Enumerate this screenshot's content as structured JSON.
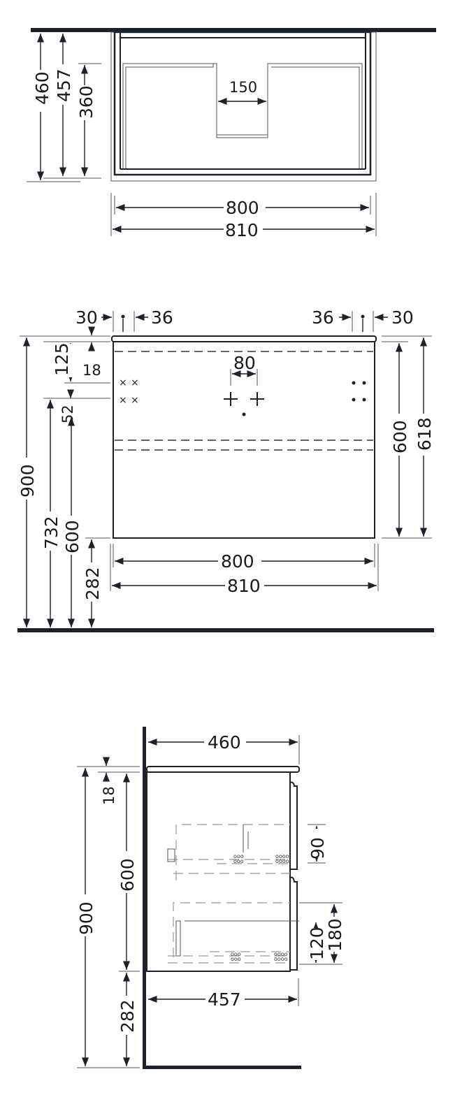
{
  "top_view": {
    "d460": "460",
    "d457": "457",
    "d360": "360",
    "d150": "150",
    "d800": "800",
    "d810": "810"
  },
  "front_view": {
    "d30_left": "30",
    "d36_left": "36",
    "d36_right": "36",
    "d30_right": "30",
    "d125": "125",
    "d18": "18",
    "d80": "80",
    "d52": "52",
    "d900": "900",
    "d732": "732",
    "d600_left": "600",
    "d282": "282",
    "d800": "800",
    "d810": "810",
    "d600_right": "600",
    "d618": "618"
  },
  "side_view": {
    "d460": "460",
    "d18": "18",
    "d600": "600",
    "d900": "900",
    "d90": "90",
    "d120": "120",
    "d180": "180",
    "d282": "282",
    "d457": "457"
  },
  "colors": {
    "line": "#1d2228"
  }
}
